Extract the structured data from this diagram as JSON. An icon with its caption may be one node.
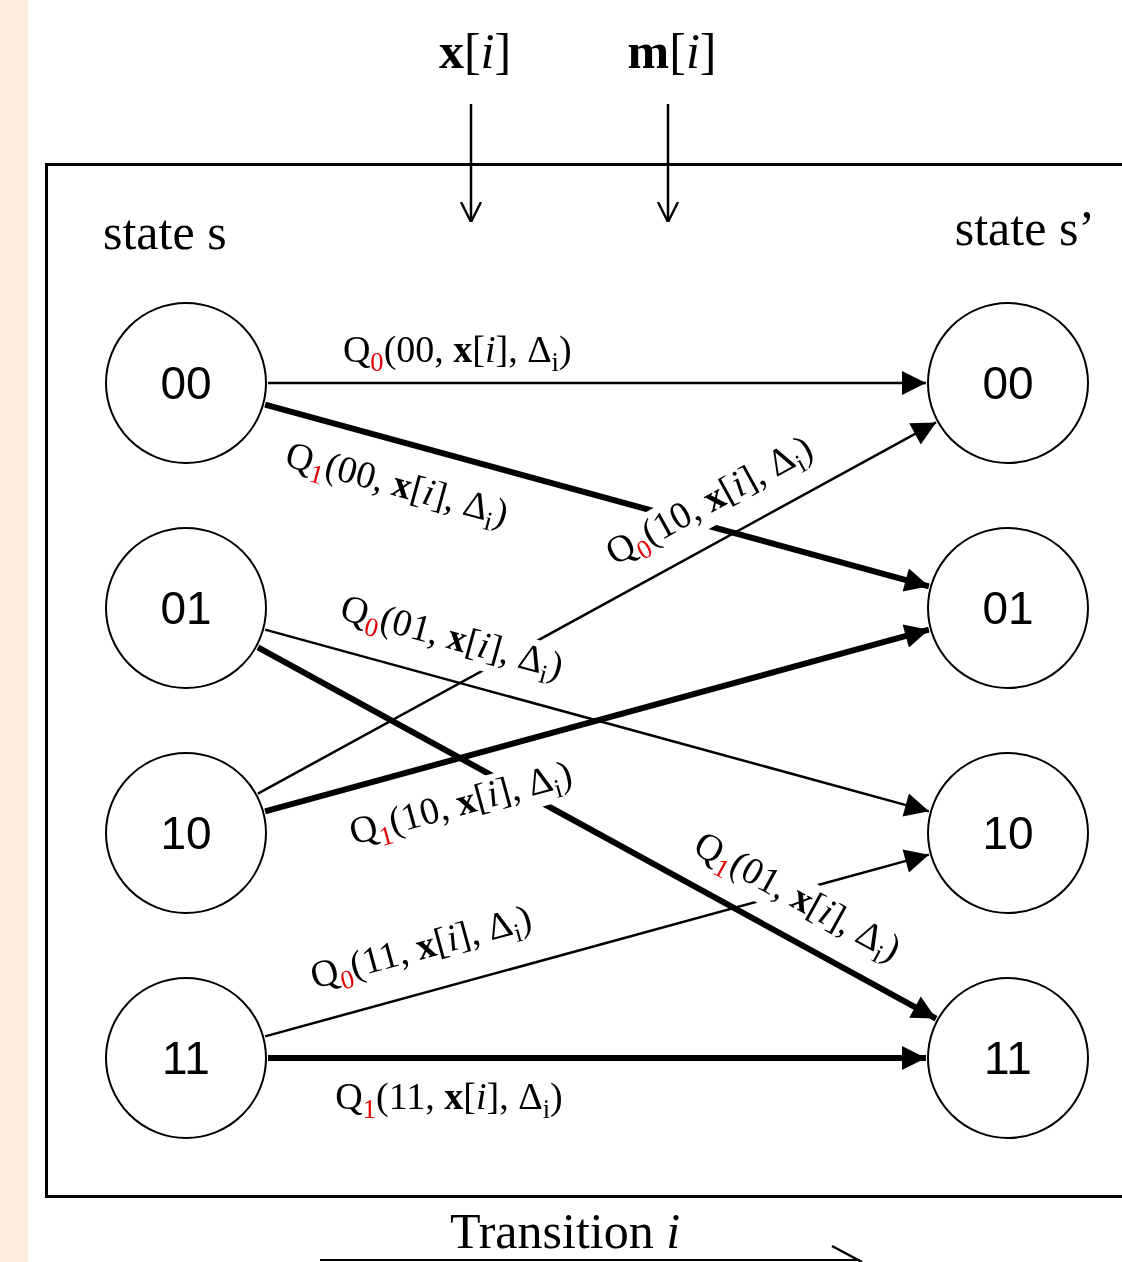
{
  "diagram": {
    "nodes": [
      {
        "text": [
          "**x**[*i*]"
        ]
      },
      {
        "text": [
          "**m**[*i*]"
        ]
      },
      {
        "text": [],
        "shape": "box"
      },
      {
        "text": [
          "00"
        ],
        "in": 2
      },
      {
        "text": [
          "01"
        ],
        "in": 2
      },
      {
        "text": [
          "10"
        ],
        "in": 2
      },
      {
        "text": [
          "11"
        ],
        "in": 2
      },
      {
        "text": [
          "00"
        ],
        "in": 2
      },
      {
        "text": [
          "01"
        ],
        "in": 2
      },
      {
        "text": [
          "10"
        ],
        "in": 2
      },
      {
        "text": [
          "11"
        ],
        "in": 2
      }
    ],
    "edges": [
      {
        "from": 0,
        "to": 2,
        "arrow": "to"
      },
      {
        "from": 1,
        "to": 2,
        "arrow": "to"
      },
      {
        "from": 3,
        "to": 7,
        "arrow": "to",
        "label": "Q$_{0}$(00, **x**[*i*], Δ$_{i}$)"
      },
      {
        "from": 3,
        "to": 8,
        "arrow": "to",
        "style": "thick",
        "label": "Q$_{1}$(00, **x**[*i*], Δ$_{i}$)"
      },
      {
        "from": 5,
        "to": 7,
        "arrow": "to",
        "label": "Q$_{0}$(10, **x**[*i*], Δ$_{i}$)"
      },
      {
        "from": 4,
        "to": 9,
        "arrow": "to",
        "label": "Q$_{0}$(01, **x**[*i*], Δ$_{i}$)"
      },
      {
        "from": 4,
        "to": 10,
        "arrow": "to",
        "style": "thick",
        "label": "Q$_{1}$(01, **x**[*i*], Δ$_{i}$)"
      },
      {
        "from": 5,
        "to": 8,
        "arrow": "to",
        "style": "thick",
        "label": "Q$_{1}$(10, **x**[*i*], Δ$_{i}$)"
      },
      {
        "from": 6,
        "to": 9,
        "arrow": "to",
        "label": "Q$_{0}$(11, **x**[*i*], Δ$_{i}$)"
      },
      {
        "from": 6,
        "to": 10,
        "arrow": "to",
        "style": "thick",
        "label": "Q$_{1}$(11, **x**[*i*], Δ$_{i}$)"
      }
    ],
    "labels": [
      "state s",
      "state s’",
      "Transition *i*"
    ]
  }
}
